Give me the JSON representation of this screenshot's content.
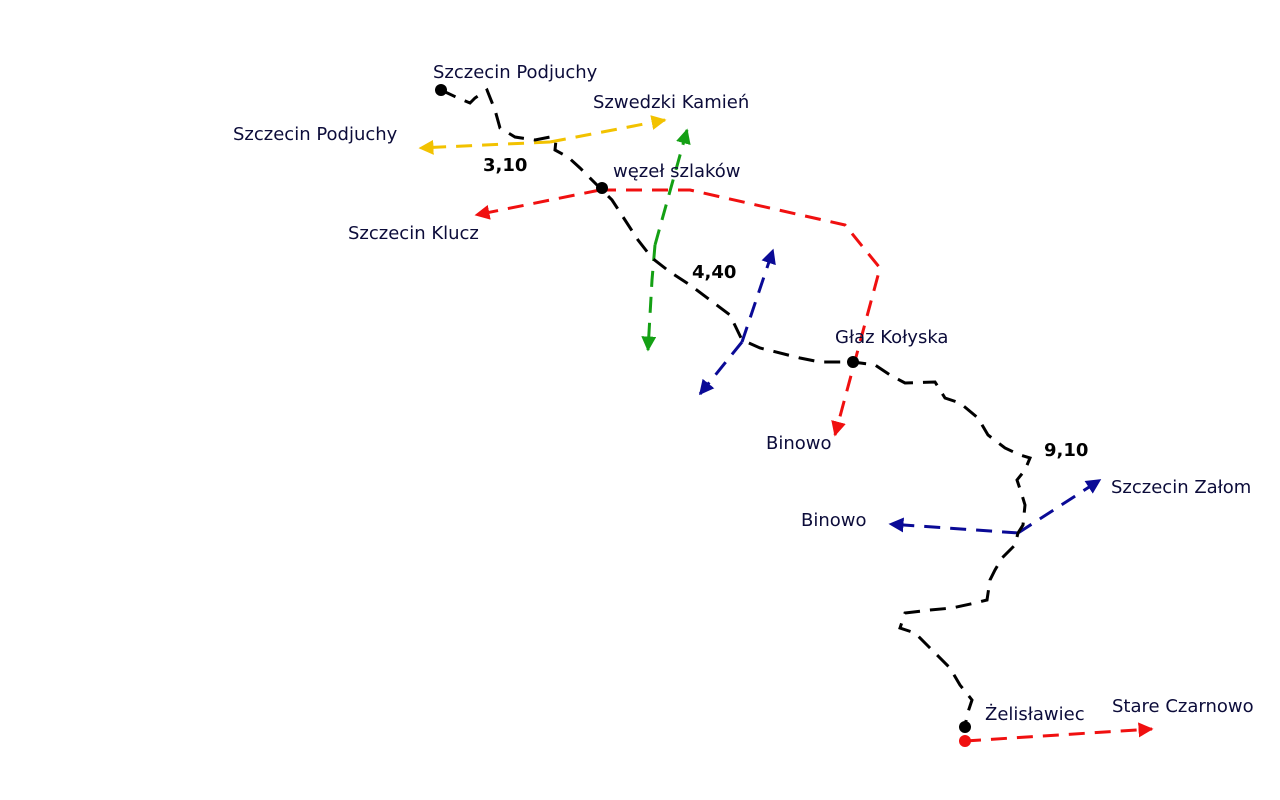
{
  "colors": {
    "main_trail": "#000000",
    "yellow_trail": "#f2c200",
    "green_trail": "#14a014",
    "red_trail": "#f01010",
    "blue_trail": "#0a0a96",
    "label_text": "#0c0c3a"
  },
  "places": {
    "start": "Szczecin Podjuchy",
    "szwedzki": "Szwedzki Kamień",
    "podjuchy_yellow": "Szczecin Podjuchy",
    "wezel": "węzeł szlaków",
    "klucz": "Szczecin Klucz",
    "glaz": "Głaz Kołyska",
    "binowo_red": "Binowo",
    "binowo_blue": "Binowo",
    "zalom": "Szczecin Załom",
    "zelislawiec": "Żelisławiec",
    "stare_czarnowo": "Stare Czarnowo"
  },
  "distances": {
    "d1": "3,10",
    "d2": "4,40",
    "d3": "9,10"
  }
}
